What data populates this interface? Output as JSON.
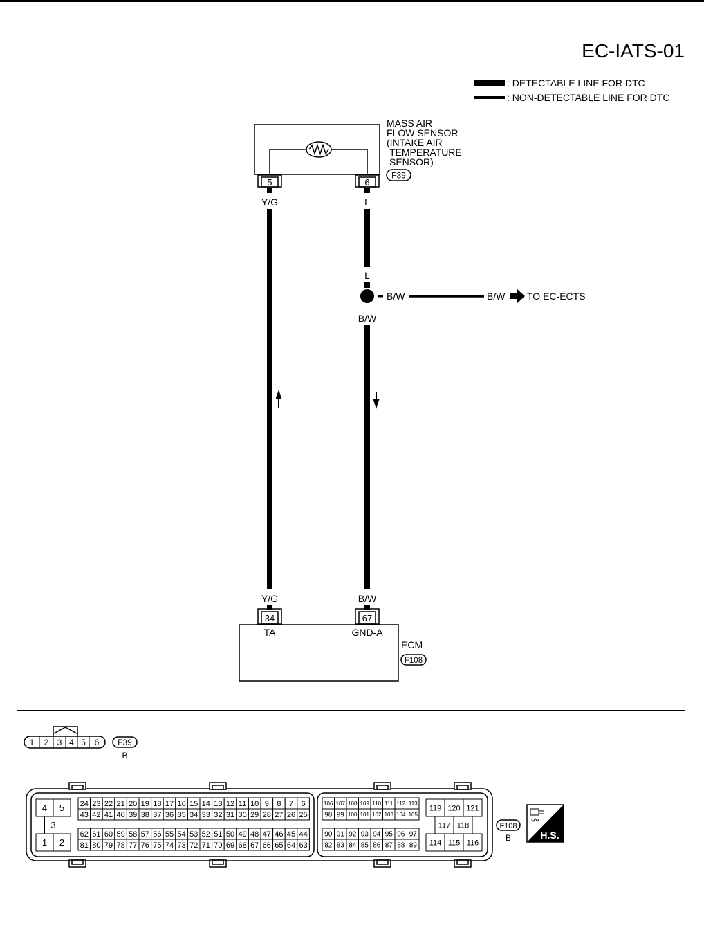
{
  "page": {
    "title": "EC-IATS-01"
  },
  "legend": {
    "detectable_label": ": DETECTABLE LINE FOR DTC",
    "non_detectable_label": ": NON-DETECTABLE LINE FOR DTC"
  },
  "sensor": {
    "name_lines": [
      "MASS AIR",
      "FLOW SENSOR",
      "(INTAKE AIR",
      "TEMPERATURE",
      "SENSOR)"
    ],
    "connector_id": "F39",
    "pin_left": "5",
    "pin_right": "6"
  },
  "wires": {
    "ta_top_color": "Y/G",
    "ta_bottom_color": "Y/G",
    "ground_top_color": "L",
    "ground_above_junction_color": "L",
    "ground_below_junction_color": "B/W",
    "ground_bottom_color": "B/W",
    "branch_start_color": "B/W",
    "branch_end_color": "B/W",
    "branch_destination": "TO EC-ECTS"
  },
  "ecm": {
    "name": "ECM",
    "connector_id": "F108",
    "pin_left": "34",
    "pin_right": "67",
    "pin_left_signal": "TA",
    "pin_right_signal": "GND-A"
  },
  "f39_view": {
    "pins": [
      "1",
      "2",
      "3",
      "4",
      "5",
      "6"
    ],
    "connector_id": "F39",
    "color_code": "B"
  },
  "f108_view": {
    "connector_id": "F108",
    "color_code": "B",
    "left_block": [
      "4",
      "5",
      "3",
      "1",
      "2"
    ],
    "main_rows": [
      [
        "24",
        "23",
        "22",
        "21",
        "20",
        "19",
        "18",
        "17",
        "16",
        "15",
        "14",
        "13",
        "12",
        "11",
        "10",
        "9",
        "8",
        "7",
        "6"
      ],
      [
        "43",
        "42",
        "41",
        "40",
        "39",
        "38",
        "37",
        "36",
        "35",
        "34",
        "33",
        "32",
        "31",
        "30",
        "29",
        "28",
        "27",
        "26",
        "25"
      ],
      [
        "62",
        "61",
        "60",
        "59",
        "58",
        "57",
        "56",
        "55",
        "54",
        "53",
        "52",
        "51",
        "50",
        "49",
        "48",
        "47",
        "46",
        "45",
        "44"
      ],
      [
        "81",
        "80",
        "79",
        "78",
        "77",
        "76",
        "75",
        "74",
        "73",
        "72",
        "71",
        "70",
        "69",
        "68",
        "67",
        "66",
        "65",
        "64",
        "63"
      ]
    ],
    "middle_rows": [
      [
        "106",
        "107",
        "108",
        "109",
        "110",
        "111",
        "112",
        "113"
      ],
      [
        "98",
        "99",
        "100",
        "101",
        "102",
        "103",
        "104",
        "105"
      ],
      [
        "90",
        "91",
        "92",
        "93",
        "94",
        "95",
        "96",
        "97"
      ],
      [
        "82",
        "83",
        "84",
        "85",
        "86",
        "87",
        "88",
        "89"
      ]
    ],
    "right_block": [
      [
        "119",
        "120",
        "121"
      ],
      [
        "117",
        "118"
      ],
      [
        "114",
        "115",
        "116"
      ]
    ]
  },
  "badge": {
    "label": "H.S.",
    "icon": "harness-icon"
  }
}
